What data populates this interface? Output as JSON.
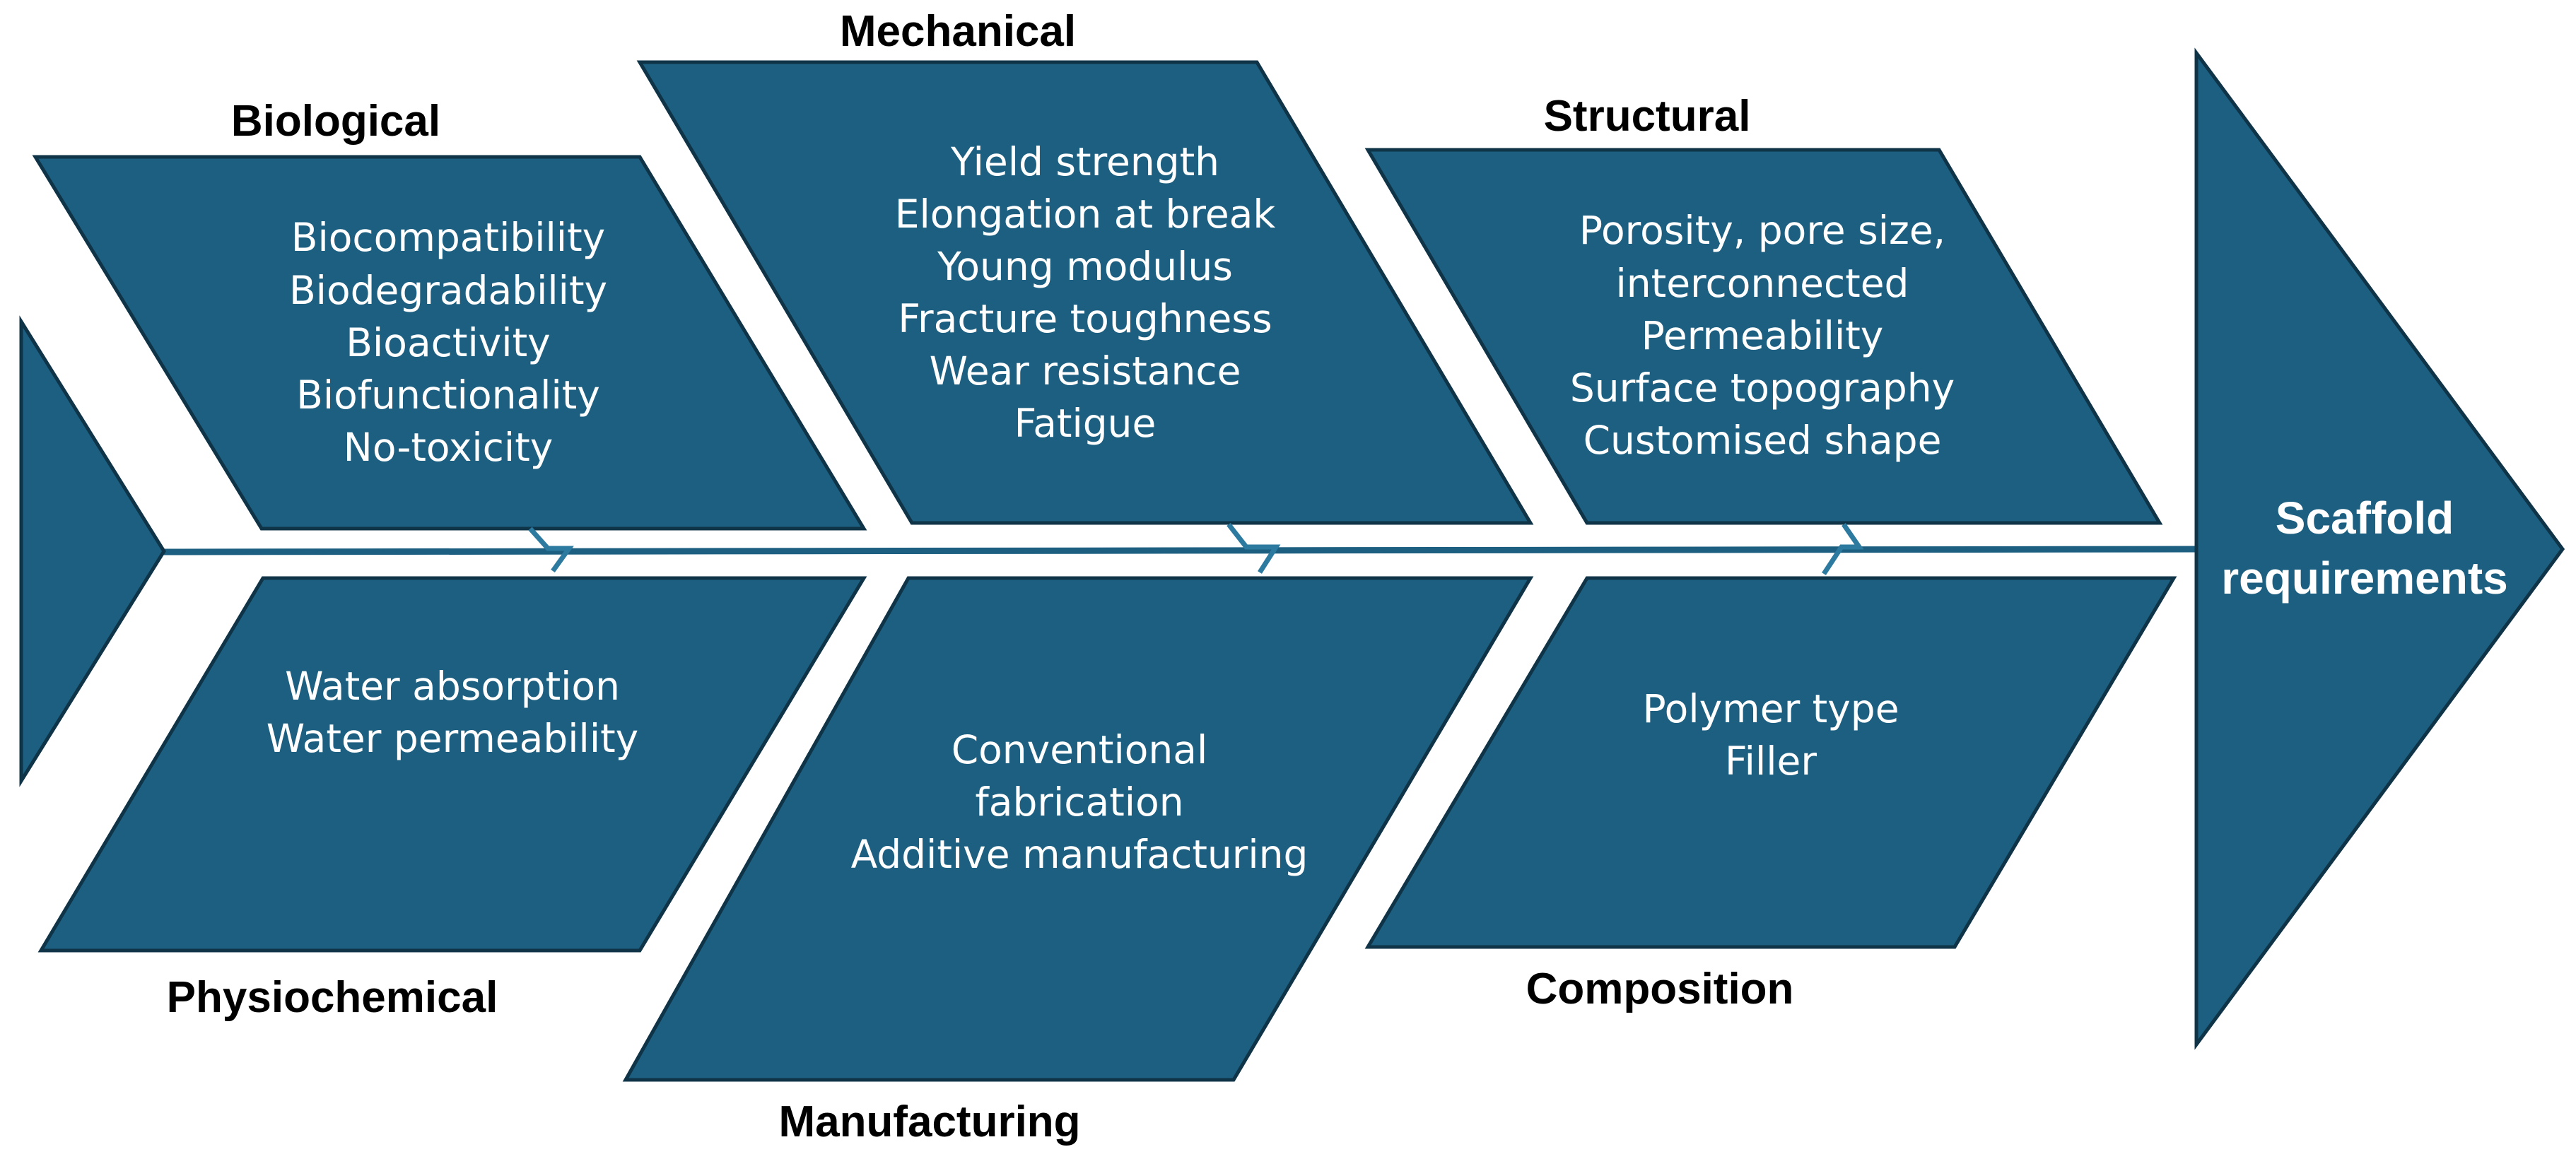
{
  "head": {
    "lines": [
      "Scaffold",
      "requirements"
    ]
  },
  "categories": {
    "biological": {
      "title": "Biological",
      "items": [
        "Biocompatibility",
        "Biodegradability",
        "Bioactivity",
        "Biofunctionality",
        "No-toxicity"
      ]
    },
    "mechanical": {
      "title": "Mechanical",
      "items": [
        "Yield strength",
        "Elongation at break",
        "Young modulus",
        "Fracture toughness",
        "Wear resistance",
        "Fatigue"
      ]
    },
    "structural": {
      "title": "Structural",
      "items": [
        "Porosity, pore size,",
        "interconnected",
        "Permeability",
        "Surface topography",
        "Customised shape"
      ]
    },
    "physiochemical": {
      "title": "Physiochemical",
      "items": [
        "Water absorption",
        "Water permeability"
      ]
    },
    "manufacturing": {
      "title": "Manufacturing",
      "items": [
        "Conventional",
        "fabrication",
        "Additive manufacturing"
      ]
    },
    "composition": {
      "title": "Composition",
      "items": [
        "Polymer type",
        "Filler"
      ]
    }
  },
  "colors": {
    "box_fill": "#1c5f80",
    "box_border": "#0f3347",
    "category_text": "#000000",
    "box_text": "#ffffff"
  }
}
